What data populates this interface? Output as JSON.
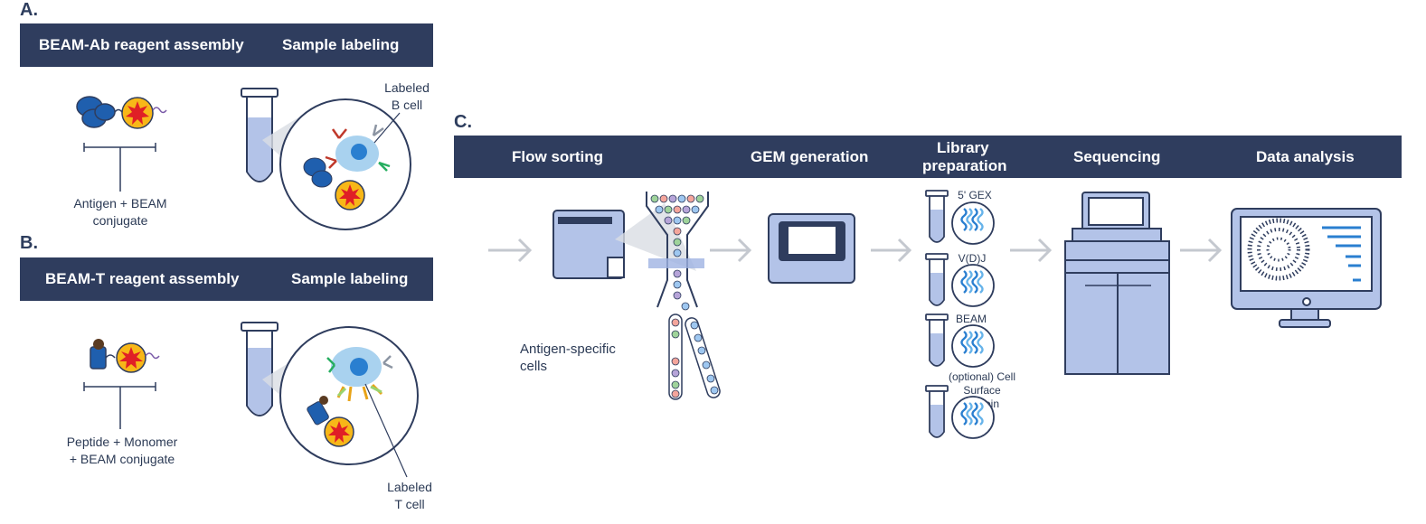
{
  "panels": {
    "a": {
      "letter": "A.",
      "steps": [
        "BEAM-Ab reagent assembly",
        "Sample labeling"
      ],
      "conjugate_label": [
        "Antigen + BEAM",
        "conjugate"
      ],
      "cell_label": [
        "Labeled",
        "B cell"
      ]
    },
    "b": {
      "letter": "B.",
      "steps": [
        "BEAM-T reagent assembly",
        "Sample labeling"
      ],
      "conjugate_label": [
        "Peptide + Monomer",
        "+ BEAM conjugate"
      ],
      "cell_label": [
        "Labeled",
        "T cell"
      ]
    },
    "c": {
      "letter": "C.",
      "steps": [
        "Flow sorting",
        "GEM generation",
        "Library",
        "preparation",
        "Sequencing",
        "Data analysis"
      ],
      "sorted_label": [
        "Antigen-specific",
        "cells"
      ],
      "libraries": [
        "5' GEX",
        "V(D)J",
        "BEAM",
        "(optional) Cell",
        "Surface Protein"
      ]
    }
  },
  "colors": {
    "bar": "#2f3d5e",
    "device_fill": "#b3c3e8",
    "device_stroke": "#2f3d5e",
    "arrow": "#c4c8cf",
    "beam_bead": "#f7b718",
    "beam_star": "#e01f26",
    "antigen": "#1f5fae",
    "cell": "#a9d2ef"
  }
}
